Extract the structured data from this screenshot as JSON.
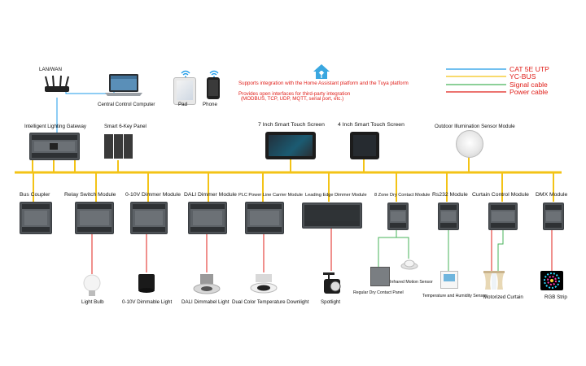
{
  "header": {
    "lan_wan": "LAN/WAN",
    "central_control_computer": "Central Control Computer",
    "pad": "Pad",
    "phone": "Phone",
    "integration_line1": "Supports integration with the Home Assistant platform and  the Tuya platform",
    "integration_line2": "Provides open interfaces for third-party integration",
    "integration_line3": "(MODBUS, TCP, UDP, MQTT, serial port, etc.)"
  },
  "legend": {
    "items": [
      {
        "label": "CAT 5E UTP",
        "color": "#1e9be8"
      },
      {
        "label": "YC-BUS",
        "color": "#f3c316"
      },
      {
        "label": "Signal cable",
        "color": "#47b35a"
      },
      {
        "label": "Power cable",
        "color": "#e0201b"
      }
    ]
  },
  "top_devices": {
    "gateway": "Intelligent Lighting Gateway",
    "panel": "Smart 6-Key Panel",
    "screen7": "7 Inch Smart Touch Screen",
    "screen4": "4 Inch Smart Touch Screen",
    "sensor": "Outdoor Illumination Sensor Module"
  },
  "modules": {
    "bus_coupler": "Bus Coupler",
    "relay": "Relay Switch Module",
    "dimmer_010": "0-10V Dimmer Module",
    "dali": "DALI Dimmer Module",
    "plc": "PLC Power Line Carrier Module",
    "leading_edge": "Leading Edge Dimmer Module",
    "dry_contact": "8 Zone Dry Contact Module",
    "rs232": "Rs232 Module",
    "curtain": "Curtain Control Module",
    "dmx": "DMX Module"
  },
  "loads": {
    "light_bulb": "Light Bulb",
    "dimmable_light": "0-10V Dimmable Light",
    "dali_light": "DALI Dimmabel Light",
    "downlight": "Dual Color Temperature Downlight",
    "spotlight": "Spotlight",
    "infrared": "Infrared Motion Sensor",
    "dry_contact_panel": "Regular Dry Contact Panel",
    "temp_sensor": "Temperature and Humidity Sensor",
    "curtain": "Motorized Curtain",
    "rgb": "RGB Strip"
  }
}
